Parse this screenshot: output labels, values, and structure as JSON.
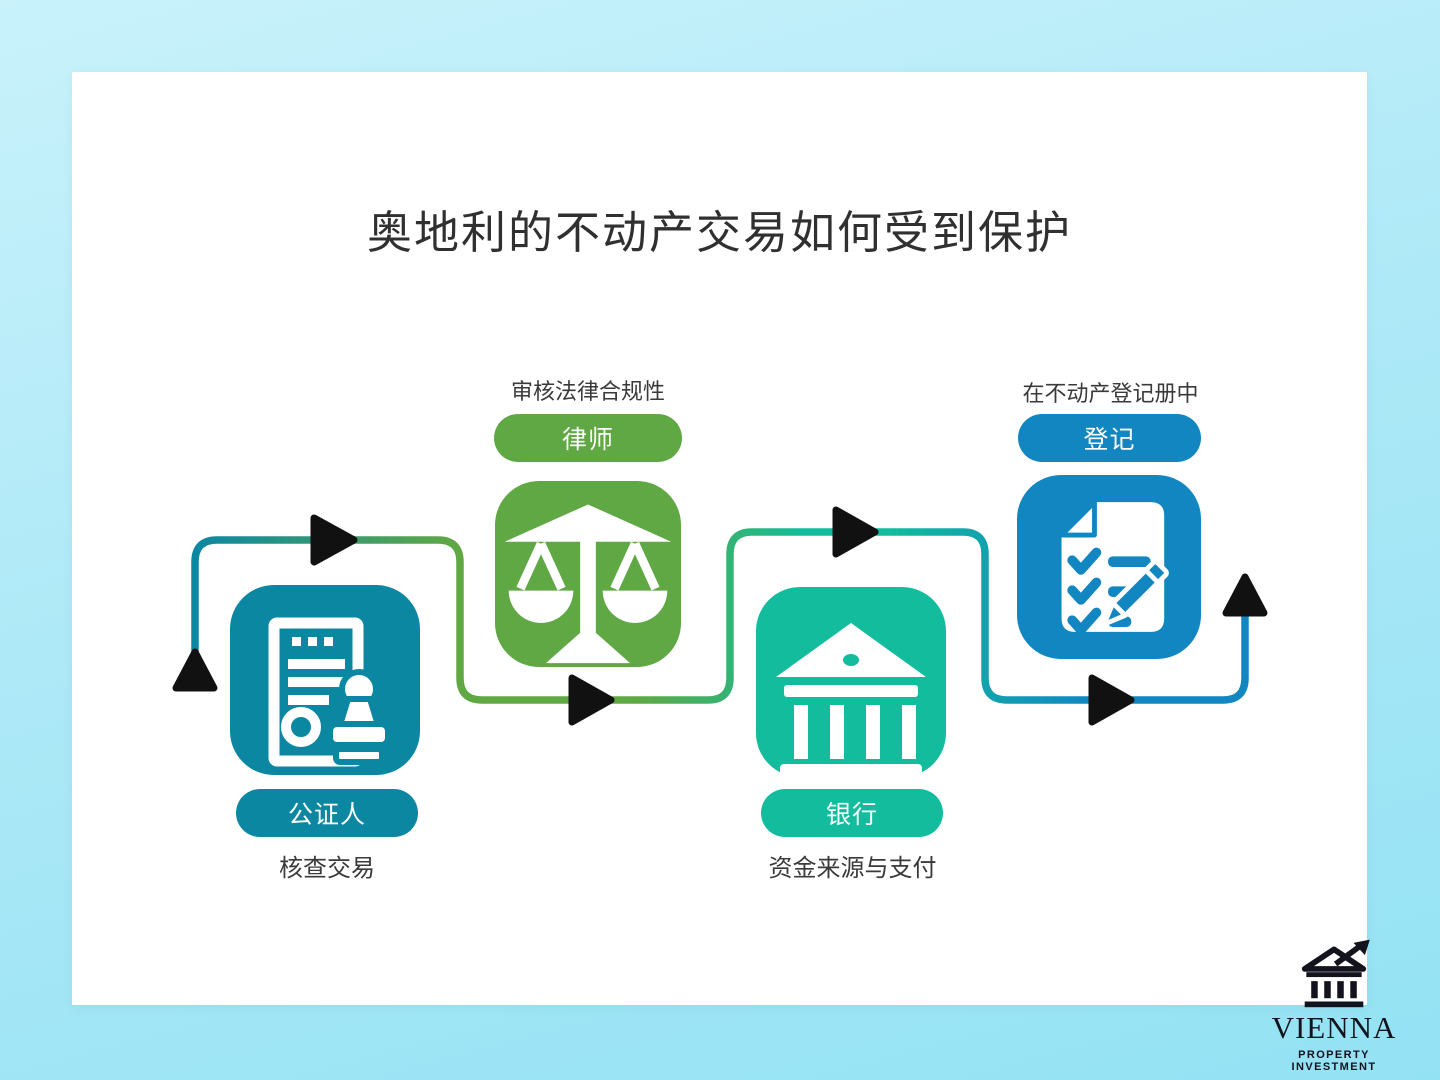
{
  "title": "奥地利的不动产交易如何受到保护",
  "steps": [
    {
      "name": "公证人",
      "note": "核查交易",
      "note_position": "below",
      "color": "#0c87a2",
      "icon": "notary-document-stamp-icon"
    },
    {
      "name": "律师",
      "note": "审核法律合规性",
      "note_position": "above",
      "color": "#5fa844",
      "icon": "justice-scales-icon"
    },
    {
      "name": "银行",
      "note": "资金来源与支付",
      "note_position": "below",
      "color": "#12bc9c",
      "icon": "bank-building-icon"
    },
    {
      "name": "登记",
      "note": "在不动产登记册中",
      "note_position": "above",
      "color": "#1186c1",
      "icon": "register-checklist-pencil-icon"
    }
  ],
  "flow": {
    "arrow_color": "#111111",
    "gradient": [
      "#0c87a2",
      "#5fa844",
      "#12bc9c",
      "#1186c1"
    ]
  },
  "logo": {
    "title": "VIENNA",
    "subtitle": "PROPERTY INVESTMENT",
    "icon": "bank-trend-arrow-icon"
  }
}
